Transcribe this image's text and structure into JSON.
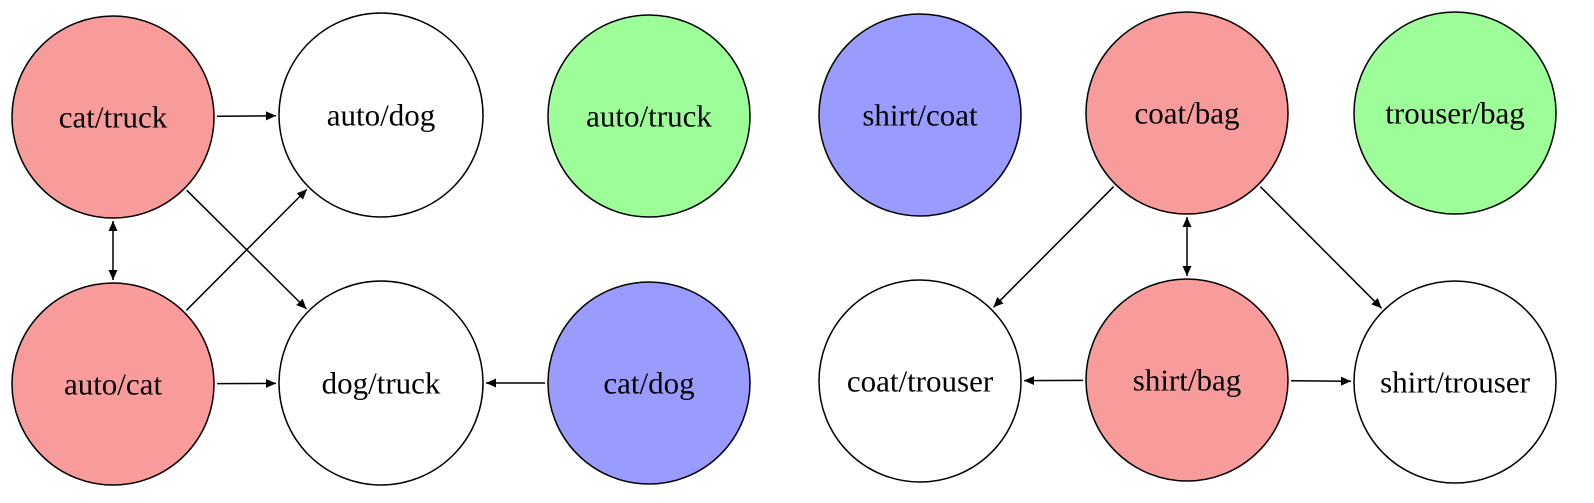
{
  "colors": {
    "red": "#f79b9b",
    "green": "#9cfd99",
    "blue": "#9a9bfe",
    "white": "#ffffff"
  },
  "graphs": [
    {
      "nodes": [
        {
          "id": "cat-truck",
          "label": "cat/truck",
          "color": "red"
        },
        {
          "id": "auto-dog",
          "label": "auto/dog",
          "color": "white"
        },
        {
          "id": "auto-truck",
          "label": "auto/truck",
          "color": "green"
        },
        {
          "id": "auto-cat",
          "label": "auto/cat",
          "color": "red"
        },
        {
          "id": "dog-truck",
          "label": "dog/truck",
          "color": "white"
        },
        {
          "id": "cat-dog",
          "label": "cat/dog",
          "color": "blue"
        }
      ],
      "edges": [
        {
          "from": "cat-truck",
          "to": "auto-dog",
          "direction": "forward"
        },
        {
          "from": "cat-truck",
          "to": "dog-truck",
          "direction": "forward"
        },
        {
          "from": "cat-truck",
          "to": "auto-cat",
          "direction": "both"
        },
        {
          "from": "auto-cat",
          "to": "auto-dog",
          "direction": "forward"
        },
        {
          "from": "auto-cat",
          "to": "dog-truck",
          "direction": "forward"
        },
        {
          "from": "cat-dog",
          "to": "dog-truck",
          "direction": "forward"
        }
      ]
    },
    {
      "nodes": [
        {
          "id": "shirt-coat",
          "label": "shirt/coat",
          "color": "blue"
        },
        {
          "id": "coat-bag",
          "label": "coat/bag",
          "color": "red"
        },
        {
          "id": "trouser-bag",
          "label": "trouser/bag",
          "color": "green"
        },
        {
          "id": "coat-trouser",
          "label": "coat/trouser",
          "color": "white"
        },
        {
          "id": "shirt-bag",
          "label": "shirt/bag",
          "color": "red"
        },
        {
          "id": "shirt-trouser",
          "label": "shirt/trouser",
          "color": "white"
        }
      ],
      "edges": [
        {
          "from": "coat-bag",
          "to": "coat-trouser",
          "direction": "forward"
        },
        {
          "from": "coat-bag",
          "to": "shirt-trouser",
          "direction": "forward"
        },
        {
          "from": "coat-bag",
          "to": "shirt-bag",
          "direction": "both"
        },
        {
          "from": "shirt-bag",
          "to": "coat-trouser",
          "direction": "forward"
        },
        {
          "from": "shirt-bag",
          "to": "shirt-trouser",
          "direction": "forward"
        }
      ]
    }
  ]
}
